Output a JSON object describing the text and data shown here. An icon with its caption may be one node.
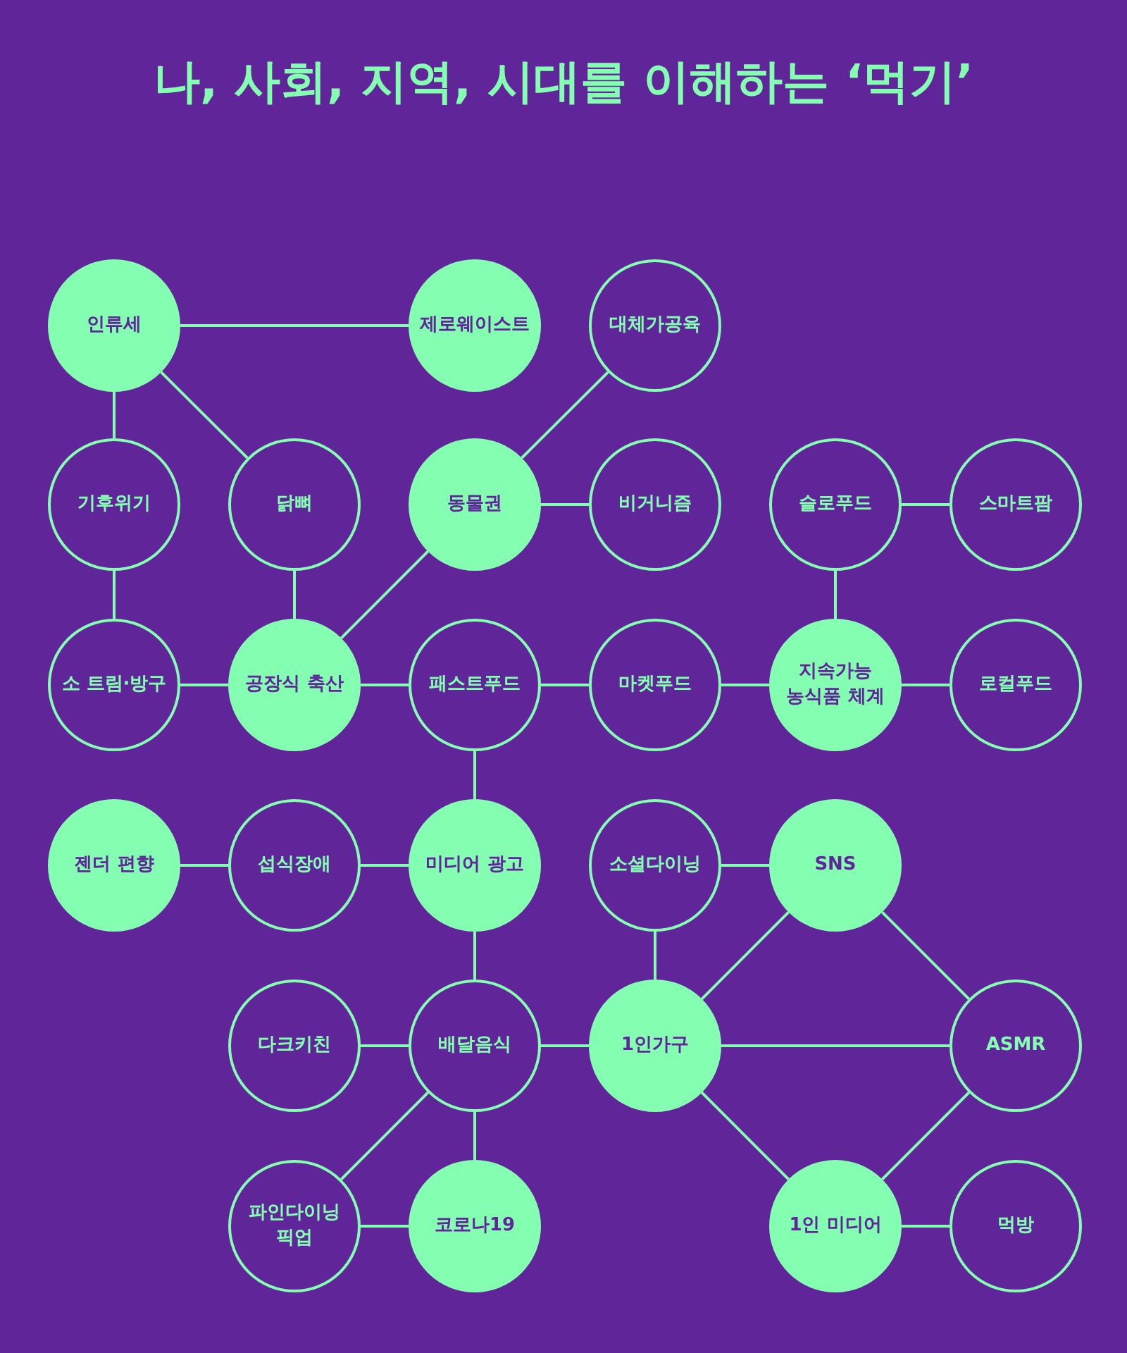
{
  "diagram": {
    "title": "나, 사회, 지역, 시대를 이해하는 ‘먹기’",
    "nodes": [
      {
        "text": [
          "인류세"
        ]
      },
      {
        "text": [
          "제로웨이스트"
        ]
      },
      {
        "text": [
          "대체가공육"
        ]
      },
      {
        "text": [
          "기후위기"
        ]
      },
      {
        "text": [
          "닭뼈"
        ]
      },
      {
        "text": [
          "동물권"
        ]
      },
      {
        "text": [
          "비거니즘"
        ]
      },
      {
        "text": [
          "슬로푸드"
        ]
      },
      {
        "text": [
          "스마트팜"
        ]
      },
      {
        "text": [
          "소 트림·방구"
        ]
      },
      {
        "text": [
          "공장식 축산"
        ]
      },
      {
        "text": [
          "패스트푸드"
        ]
      },
      {
        "text": [
          "마켓푸드"
        ]
      },
      {
        "text": [
          "지속가능 농식품 체계"
        ]
      },
      {
        "text": [
          "로컬푸드"
        ]
      },
      {
        "text": [
          "젠더 편향"
        ]
      },
      {
        "text": [
          "섭식장애"
        ]
      },
      {
        "text": [
          "미디어 광고"
        ]
      },
      {
        "text": [
          "소셜다이닝"
        ]
      },
      {
        "text": [
          "SNS"
        ]
      },
      {
        "text": [
          "다크키친"
        ]
      },
      {
        "text": [
          "배달음식"
        ]
      },
      {
        "text": [
          "1인가구"
        ]
      },
      {
        "text": [
          "ASMR"
        ]
      },
      {
        "text": [
          "파인다이닝 픽업"
        ]
      },
      {
        "text": [
          "코로나19"
        ]
      },
      {
        "text": [
          "1인 미디어"
        ]
      },
      {
        "text": [
          "먹방"
        ]
      }
    ],
    "edges": [
      {
        "from": 0,
        "to": 1,
        "arrow": "none"
      },
      {
        "from": 0,
        "to": 3,
        "arrow": "none"
      },
      {
        "from": 0,
        "to": 4,
        "arrow": "none"
      },
      {
        "from": 2,
        "to": 5,
        "arrow": "none"
      },
      {
        "from": 5,
        "to": 6,
        "arrow": "none"
      },
      {
        "from": 7,
        "to": 8,
        "arrow": "none"
      },
      {
        "from": 7,
        "to": 13,
        "arrow": "none"
      },
      {
        "from": 3,
        "to": 9,
        "arrow": "none"
      },
      {
        "from": 4,
        "to": 10,
        "arrow": "none"
      },
      {
        "from": 5,
        "to": 10,
        "arrow": "none"
      },
      {
        "from": 9,
        "to": 10,
        "arrow": "none"
      },
      {
        "from": 10,
        "to": 11,
        "arrow": "none"
      },
      {
        "from": 11,
        "to": 12,
        "arrow": "none"
      },
      {
        "from": 12,
        "to": 13,
        "arrow": "none"
      },
      {
        "from": 13,
        "to": 14,
        "arrow": "none"
      },
      {
        "from": 11,
        "to": 17,
        "arrow": "none"
      },
      {
        "from": 15,
        "to": 16,
        "arrow": "none"
      },
      {
        "from": 16,
        "to": 17,
        "arrow": "none"
      },
      {
        "from": 18,
        "to": 19,
        "arrow": "none"
      },
      {
        "from": 18,
        "to": 22,
        "arrow": "none"
      },
      {
        "from": 17,
        "to": 21,
        "arrow": "none"
      },
      {
        "from": 20,
        "to": 21,
        "arrow": "none"
      },
      {
        "from": 21,
        "to": 22,
        "arrow": "none"
      },
      {
        "from": 19,
        "to": 22,
        "arrow": "none"
      },
      {
        "from": 19,
        "to": 23,
        "arrow": "none"
      },
      {
        "from": 22,
        "to": 23,
        "arrow": "none"
      },
      {
        "from": 21,
        "to": 24,
        "arrow": "none"
      },
      {
        "from": 21,
        "to": 25,
        "arrow": "none"
      },
      {
        "from": 24,
        "to": 25,
        "arrow": "none"
      },
      {
        "from": 22,
        "to": 26,
        "arrow": "none"
      },
      {
        "from": 23,
        "to": 26,
        "arrow": "none"
      },
      {
        "from": 26,
        "to": 27,
        "arrow": "none"
      }
    ]
  }
}
